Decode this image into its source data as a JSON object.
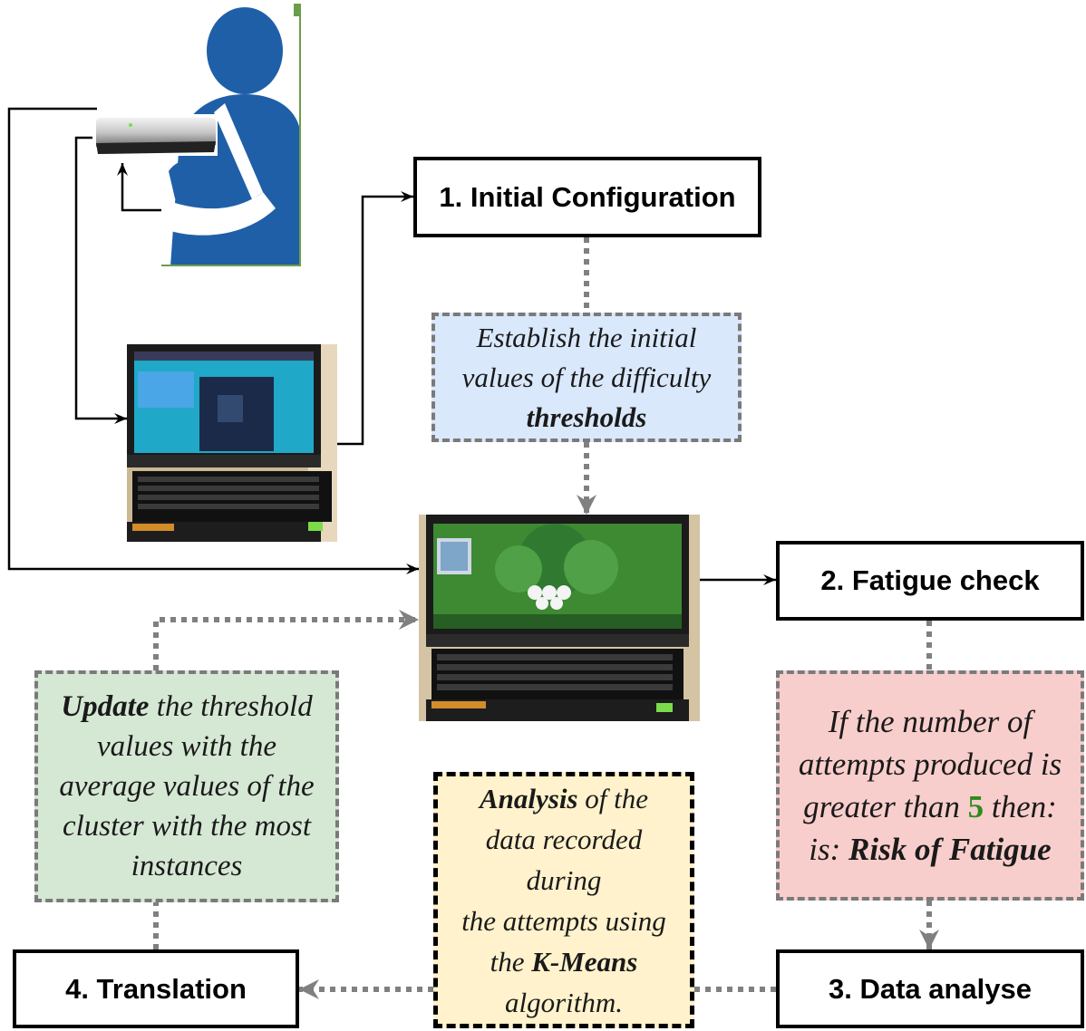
{
  "steps": {
    "initial_configuration": "1. Initial Configuration",
    "fatigue_check": "2. Fatigue check",
    "data_analyse": "3. Data analyse",
    "translation": "4. Translation"
  },
  "notes": {
    "establish": {
      "line1": "Establish the initial",
      "line2": "values of the difficulty",
      "bold": "thresholds"
    },
    "fatigue_rule": {
      "line1": "If the number of",
      "line2": "attempts produced is",
      "line3_pre": "greater than",
      "number": "5",
      "line3_post": "then:",
      "line4_pre": "is:",
      "bold": "Risk of Fatigue"
    },
    "kmeans": {
      "bold1": "Analysis",
      "line1_post": "of the",
      "line2": "data recorded",
      "line3": "during",
      "line4": "the attempts using",
      "line5_pre": "the",
      "bold2": "K-Means",
      "line6": "algorithm."
    },
    "update": {
      "bold": "Update",
      "line1_post": "the threshold",
      "line2": "values with the",
      "line3": "average values of the",
      "line4": "cluster with the most",
      "line5": "instances"
    }
  },
  "colors": {
    "establish_fill": "#dae8fc",
    "fatigue_fill": "#f8cecc",
    "kmeans_fill": "#fff2cc",
    "update_fill": "#d5e8d4",
    "user_blue": "#1f5fa8",
    "dotted_connector": "#808080"
  }
}
